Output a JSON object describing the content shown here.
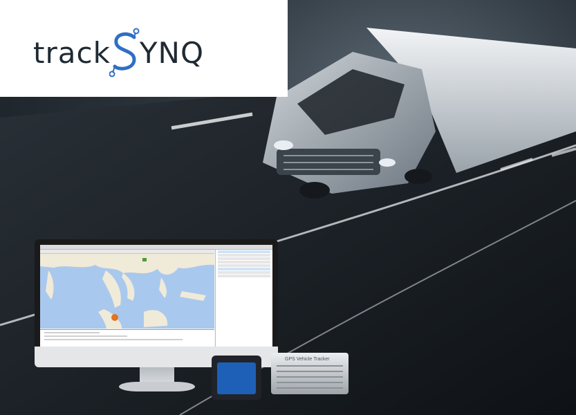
{
  "brand": {
    "name_before": "track",
    "name_after": "YNQ",
    "accent_color": "#2f6fc4",
    "text_color": "#1f2a33"
  },
  "background": {
    "subject": "truck-on-highway"
  },
  "devices": {
    "silver_tracker_label": "GPS Vehicle Tracker"
  },
  "icons": [
    "monitor-icon",
    "gps-tracker-icon",
    "truck-icon"
  ]
}
